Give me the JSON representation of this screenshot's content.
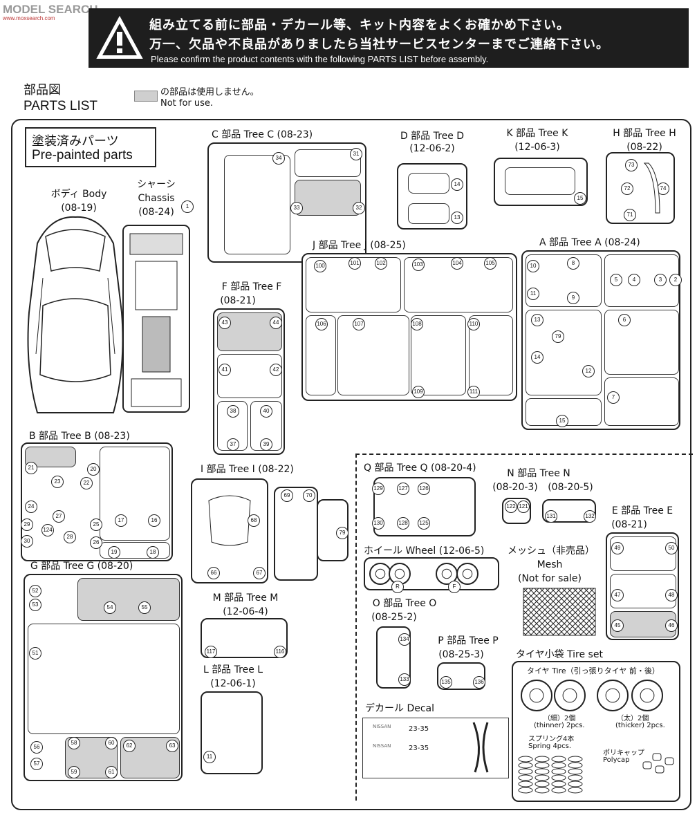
{
  "watermark": {
    "brand": "MODEL SEARCH",
    "site": "www.moxsearch.com"
  },
  "banner": {
    "line_jp_1": "組み立てる前に部品・デカール等、キット内容をよくお確かめ下さい。",
    "line_jp_2": "万一、欠品や不良品がありましたら当社サービスセンターまでご連絡下さい。",
    "line_en": "Please confirm the product contents with the following PARTS LIST before assembly."
  },
  "header": {
    "title_jp": "部品図",
    "title_en": "PARTS LIST",
    "legend_jp": "の部品は使用しません。",
    "legend_en": "Not for use.",
    "legend_color": "#cfcfcf"
  },
  "prepainted": {
    "jp": "塗装済みパーツ",
    "en": "Pre-painted parts"
  },
  "body": {
    "jp": "ボディ Body",
    "code": "(08-19)"
  },
  "chassis": {
    "jp": "シャーシ",
    "en": "Chassis",
    "code": "(08-24)",
    "num": "1"
  },
  "trees": {
    "C": {
      "label": "C 部品 Tree C",
      "code": "(08-23)",
      "parts": [
        "34",
        "31",
        "33",
        "32"
      ]
    },
    "D": {
      "label": "D 部品 Tree D",
      "code": "(12-06-2)",
      "parts": [
        "14",
        "13"
      ]
    },
    "K": {
      "label": "K 部品 Tree K",
      "code": "(12-06-3)",
      "parts": [
        "15"
      ]
    },
    "H": {
      "label": "H 部品 Tree H",
      "code": "(08-22)",
      "parts": [
        "73",
        "72",
        "71",
        "74"
      ]
    },
    "J": {
      "label": "J 部品 Tree J",
      "code": "(08-25)",
      "parts": [
        "100",
        "101",
        "102",
        "103",
        "104",
        "105",
        "106",
        "107",
        "108",
        "109",
        "110",
        "111"
      ]
    },
    "A": {
      "label": "A 部品 Tree A",
      "code": "(08-24)",
      "parts": [
        "10",
        "11",
        "8",
        "9",
        "5",
        "4",
        "3",
        "2",
        "13",
        "79",
        "14",
        "12",
        "6",
        "7",
        "15"
      ]
    },
    "F": {
      "label": "F 部品 Tree F",
      "code": "(08-21)",
      "parts": [
        "43",
        "44",
        "41",
        "42",
        "38",
        "37",
        "40",
        "39"
      ]
    },
    "B": {
      "label": "B 部品 Tree B",
      "code": "(08-23)",
      "parts": [
        "21",
        "20",
        "23",
        "22",
        "24",
        "27",
        "29",
        "124",
        "25",
        "28",
        "30",
        "26",
        "17",
        "16",
        "19",
        "18"
      ]
    },
    "I": {
      "label": "I 部品 Tree I",
      "code": "(08-22)",
      "parts": [
        "68",
        "66",
        "67",
        "69",
        "70",
        "79"
      ]
    },
    "G": {
      "label": "G 部品 Tree G",
      "code": "(08-20)",
      "parts": [
        "52",
        "53",
        "54",
        "55",
        "51",
        "56",
        "57",
        "58",
        "59",
        "60",
        "61",
        "62",
        "63"
      ]
    },
    "M": {
      "label": "M 部品 Tree M",
      "code": "(12-06-4)",
      "parts": [
        "117",
        "116"
      ]
    },
    "L": {
      "label": "L 部品 Tree L",
      "code": "(12-06-1)",
      "parts": [
        "11"
      ]
    },
    "Q": {
      "label": "Q 部品 Tree Q",
      "code": "(08-20-4)",
      "parts": [
        "129",
        "127",
        "128",
        "130",
        "126",
        "125"
      ]
    },
    "N": {
      "label": "N 部品 Tree N",
      "code1": "(08-20-3)",
      "code2": "(08-20-5)",
      "parts": [
        "122",
        "121",
        "131",
        "132"
      ]
    },
    "E": {
      "label": "E 部品 Tree E",
      "code": "(08-21)",
      "parts": [
        "49",
        "50",
        "47",
        "48",
        "45",
        "46"
      ]
    },
    "O": {
      "label": "O 部品 Tree O",
      "code": "(08-25-2)",
      "parts": [
        "134",
        "133"
      ]
    },
    "P": {
      "label": "P 部品 Tree P",
      "code": "(08-25-3)",
      "parts": [
        "135",
        "136"
      ]
    }
  },
  "wheel": {
    "label": "ホイール Wheel",
    "code": "(12-06-5)",
    "r": "R",
    "f": "F"
  },
  "mesh": {
    "jp": "メッシュ（非売品）",
    "en": "Mesh",
    "note": "(Not for sale)"
  },
  "decal": {
    "label": "デカール Decal",
    "plate": "23-35",
    "brand": "NISSAN"
  },
  "tires": {
    "title": "タイヤ小袋 Tire set",
    "sub": "タイヤ Tire（引っ張りタイヤ 前・後）",
    "thin_jp": "（細）2個",
    "thin_en": "(thinner) 2pcs.",
    "thick_jp": "（太）2個",
    "thick_en": "(thicker) 2pcs.",
    "spring_jp": "スプリング4本",
    "spring_en": "Spring 4pcs.",
    "polycap_jp": "ポリキャップ",
    "polycap_en": "Polycap"
  }
}
